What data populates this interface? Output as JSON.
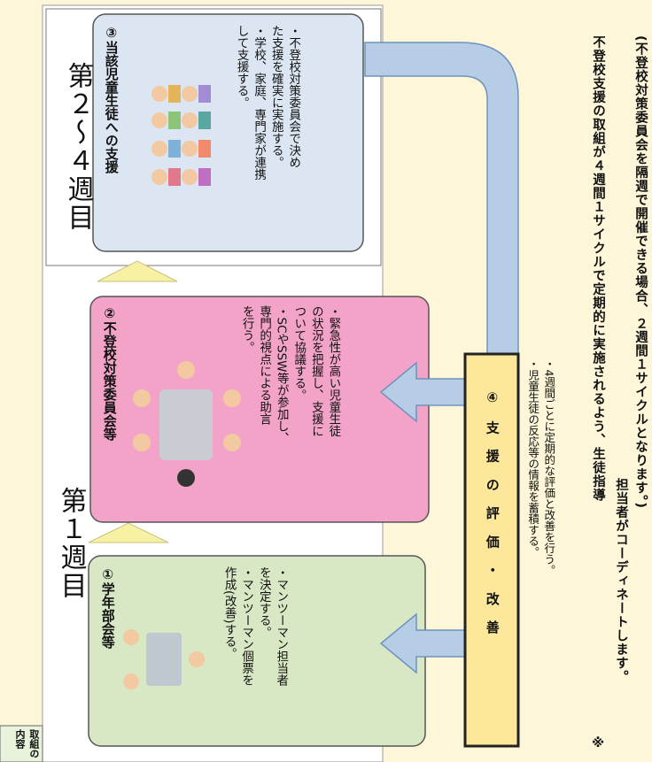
{
  "section_label": "取組の内容",
  "week_labels": {
    "week1": "第１週目",
    "week2to4": "第２〜４週目"
  },
  "boxes": {
    "grade_meeting": {
      "title": "①学年部会等",
      "body": "・マンツーマン担当者\nを決定する。\n・マンツーマン個票を\n作成(改善)する。"
    },
    "committee": {
      "title": "②不登校対策委員会等",
      "body": "・緊急性が高い児童生徒\nの状況を把握し、支援に\nついて協議する。\n・SCやSSW等が参加し、\n専門的視点による助言\nを行う。"
    },
    "support": {
      "title": "③当該児童生徒への支援",
      "body": "・不登校対策委員会で決め\nた支援を確実に実施する。\n・学校、家庭、専門家が連携\nして支援する。"
    },
    "evaluation": {
      "title": "④ 支 援 の 評 価 ・ 改 善"
    }
  },
  "evaluation_notes": "・4週間ごとに定期的な評価と改善を行う。\n・児童生徒の反応等の情報を蓄積する。",
  "footnote": {
    "mark": "※",
    "line1": "不登校支援の取組が４週間１サイクルで定期的に実施されるよう、生徒指導",
    "line2": "担当者がコーディネートします。",
    "line3": "(不登校対策委員会を隔週で開催できる場合、２週間１サイクルとなります。)"
  },
  "colors": {
    "background": "#fdf6d8",
    "green_box": "#d9e8c4",
    "pink_box": "#f4a3c8",
    "blue_box": "#dbe6f2",
    "arrow_blue": "#b7cde6",
    "eval_box": "#fce79a",
    "triangle": "#f7f2a3"
  }
}
